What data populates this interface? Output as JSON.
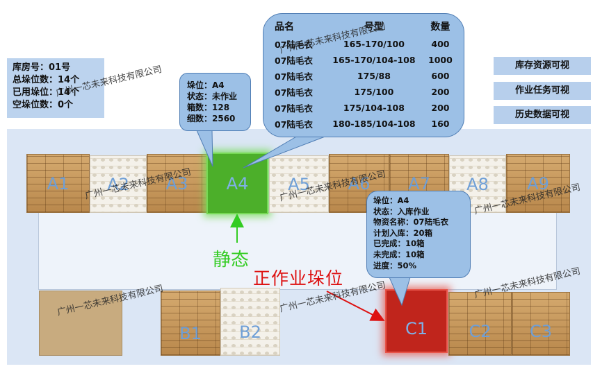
{
  "summary": {
    "warehouse_no": "库房号：01号",
    "total_slots": "总垛位数：14个",
    "used_slots": "已用垛位：14个",
    "empty_slots": "空垛位数：0个"
  },
  "views": {
    "inventory": "库存资源可视",
    "tasks": "作业任务可视",
    "history": "历史数据可视"
  },
  "slot_info": {
    "slot": "垛位：A4",
    "status": "状态：未作业",
    "boxes": "箱数：128",
    "pieces": "细数：2560"
  },
  "product_table": {
    "headers": [
      "品名",
      "号型",
      "数量"
    ],
    "rows": [
      [
        "07陆毛衣",
        "165-170/100",
        "400"
      ],
      [
        "07陆毛衣",
        "165-170/104-108",
        "1000"
      ],
      [
        "07陆毛衣",
        "175/88",
        "600"
      ],
      [
        "07陆毛衣",
        "175/100",
        "200"
      ],
      [
        "07陆毛衣",
        "175/104-108",
        "200"
      ],
      [
        "07陆毛衣",
        "180-185/104-108",
        "160"
      ]
    ]
  },
  "operation": {
    "slot": "垛位：A4",
    "status": "状态：入库作业",
    "material": "物资名称：07陆毛衣",
    "planned": "计划入库：20箱",
    "completed": "已完成：10箱",
    "remaining": "未完成：10箱",
    "progress": "进度：50%"
  },
  "slots_top": [
    "A1",
    "A2",
    "A3",
    "A4",
    "A5",
    "A6",
    "A7",
    "A8",
    "A9"
  ],
  "slots_bottom": [
    "B1",
    "B2",
    "C1",
    "C2",
    "C3"
  ],
  "labels": {
    "static": "静态",
    "working": "正作业垛位"
  },
  "watermark": "广州一芯未来科技有限公司",
  "colors": {
    "static_slot": "#4caf2a",
    "working_slot": "#c0251c",
    "static_arrow": "#33cc22",
    "working_arrow": "#dd1111"
  }
}
